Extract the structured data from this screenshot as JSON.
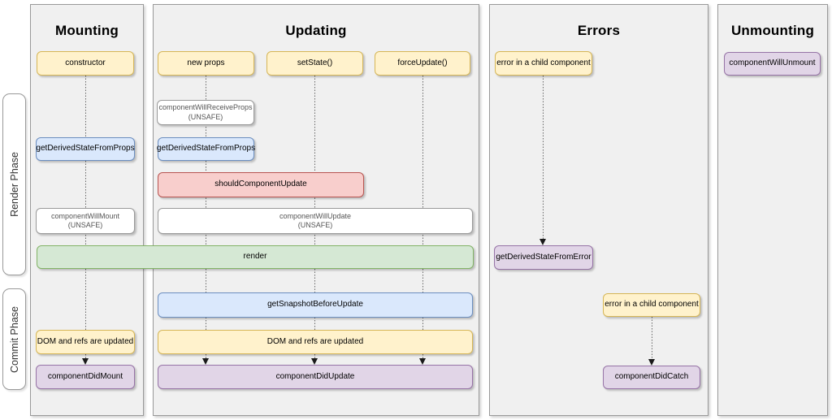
{
  "colors": {
    "yellow_fill": "#FFF2CC",
    "yellow_stroke": "#D6B656",
    "blue_fill": "#DAE8FC",
    "blue_stroke": "#6C8EBF",
    "green_fill": "#D5E8D4",
    "green_stroke": "#82B366",
    "red_fill": "#F8CECC",
    "red_stroke": "#B85450",
    "purple_fill": "#E1D5E7",
    "purple_stroke": "#9673A6",
    "white_fill": "#FFFFFF",
    "white_stroke": "#999999",
    "white_text": "#555555",
    "panel_fill": "#F0F0F0",
    "panel_stroke": "#999999",
    "line_color": "#666666",
    "arrow_color": "#1A1A1A",
    "title_color": "#000000",
    "phase_text": "#333333"
  },
  "phases": {
    "render": "Render Phase",
    "commit": "Commit Phase"
  },
  "panels": {
    "mounting": "Mounting",
    "updating": "Updating",
    "errors": "Errors",
    "unmounting": "Unmounting"
  },
  "boxes": {
    "constructor": "constructor",
    "new_props": "new props",
    "set_state": "setState()",
    "force_update": "forceUpdate()",
    "cwrp_line1": "componentWillReceiveProps",
    "cwrp_line2": "(UNSAFE)",
    "gdsfp": "getDerivedStateFromProps",
    "scu": "shouldComponentUpdate",
    "cwm_line1": "componentWillMount",
    "cwm_line2": "(UNSAFE)",
    "cwu_line1": "componentWillUpdate",
    "cwu_line2": "(UNSAFE)",
    "render": "render",
    "gsbu": "getSnapshotBeforeUpdate",
    "dom_refs": "DOM and refs are updated",
    "cdm": "componentDidMount",
    "cdu": "componentDidUpdate",
    "error_child": "error in a child component",
    "gdsfe": "getDerivedStateFromError",
    "cdc": "componentDidCatch",
    "cwun": "componentWillUnmount"
  }
}
